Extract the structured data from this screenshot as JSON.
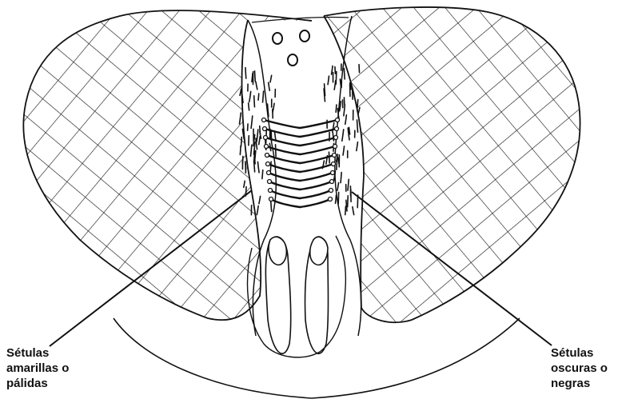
{
  "labels": {
    "left": [
      "Sétulas",
      "amarillas o",
      "pálidas"
    ],
    "right": [
      "Sétulas",
      "oscuras o",
      "negras"
    ]
  },
  "colors": {
    "ink": "#111111",
    "background": "#ffffff"
  }
}
